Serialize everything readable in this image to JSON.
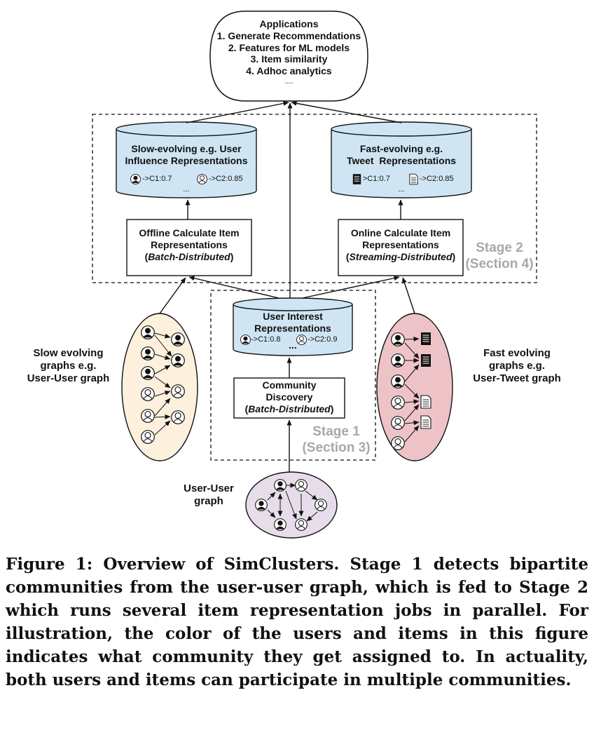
{
  "applications": {
    "title": "Applications",
    "items": [
      "1. Generate Recommendations",
      "2. Features for ML models",
      "3. Item similarity",
      "4. Adhoc analytics"
    ],
    "more": "...."
  },
  "slow_repr": {
    "line1": "Slow-evolving e.g. User",
    "line2": "Influence Representations",
    "entry1": "->C1:0.7",
    "entry2": "->C2:0.85",
    "more": "..."
  },
  "fast_repr": {
    "line1": "Fast-evolving e.g.",
    "line2": "Tweet  Representations",
    "entry1": ">C1:0.7",
    "entry2": "->C2:0.85",
    "more": "..."
  },
  "offline_calc": {
    "line1": "Offline Calculate Item",
    "line2": "Representations",
    "mode": "Batch-Distributed"
  },
  "online_calc": {
    "line1": "Online Calculate Item",
    "line2": "Representations",
    "mode": "Streaming-Distributed"
  },
  "stage2": {
    "line1": "Stage 2",
    "line2": "(Section 4)"
  },
  "user_interest": {
    "line1": "User Interest",
    "line2": "Representations",
    "entry1": "->C1:0.8",
    "entry2": "->C2:0.9",
    "more": "..."
  },
  "community": {
    "line1": "Community",
    "line2": "Discovery",
    "mode": "Batch-Distributed"
  },
  "stage1": {
    "line1": "Stage 1",
    "line2": "(Section 3)"
  },
  "slow_graphs": {
    "line1": "Slow evolving",
    "line2": "graphs e.g.",
    "line3": "User-User graph"
  },
  "fast_graphs": {
    "line1": "Fast evolving",
    "line2": "graphs e.g.",
    "line3": "User-Tweet graph"
  },
  "user_user_graph": {
    "line1": "User-User",
    "line2": "graph"
  },
  "caption": "Figure 1: Overview of SimClusters. Stage 1 detects bipartite communities from the user-user graph, which is fed to Stage 2 which runs several item representation jobs in parallel. For illustration, the color of the users and items in this figure indicates what community they get assigned to. In actuality, both users and items can participate in multiple communities.",
  "colors": {
    "cylinder_fill": "#cfe5f3",
    "slow_ellipse": "#fdf0dd",
    "fast_ellipse": "#eec3c8",
    "user_graph_ellipse": "#e6dcea",
    "stage_text": "#a8a8a8"
  }
}
